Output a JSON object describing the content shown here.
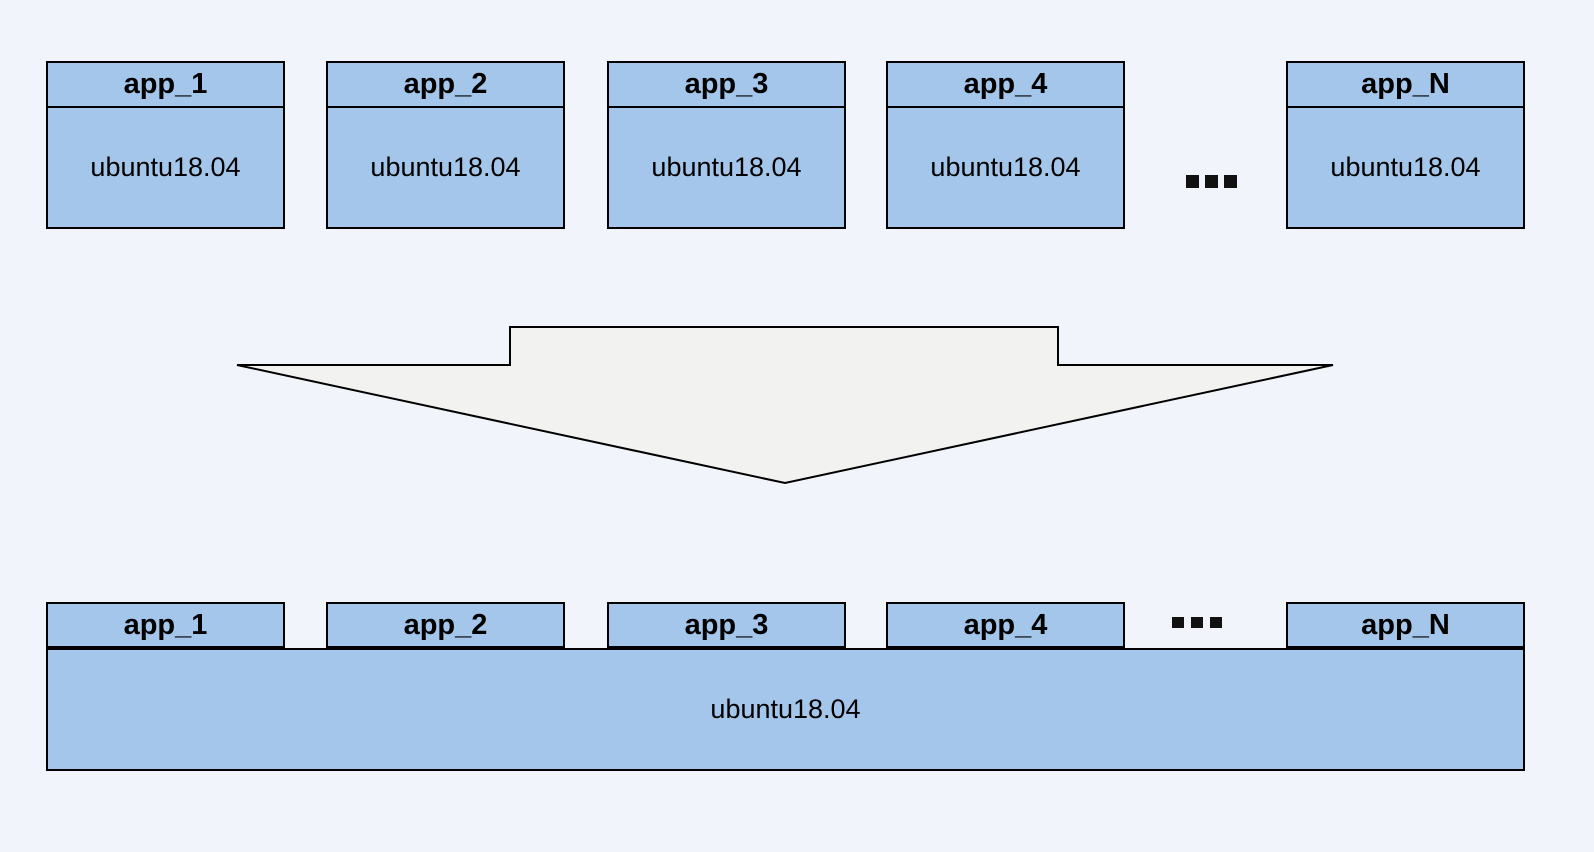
{
  "colors": {
    "bg": "#f1f4fa",
    "box_fill": "#a4c6ea",
    "box_border": "#000000",
    "arrow_fill": "#f2f2f0",
    "arrow_stroke": "#000000",
    "text": "#000000"
  },
  "diagram": {
    "before": {
      "boxes": [
        {
          "title": "app_1",
          "os": "ubuntu18.04"
        },
        {
          "title": "app_2",
          "os": "ubuntu18.04"
        },
        {
          "title": "app_3",
          "os": "ubuntu18.04"
        },
        {
          "title": "app_4",
          "os": "ubuntu18.04"
        },
        {
          "title": "app_N",
          "os": "ubuntu18.04"
        }
      ],
      "ellipsis": "..."
    },
    "arrow": {
      "direction": "down"
    },
    "after": {
      "apps": [
        {
          "title": "app_1"
        },
        {
          "title": "app_2"
        },
        {
          "title": "app_3"
        },
        {
          "title": "app_4"
        },
        {
          "title": "app_N"
        }
      ],
      "ellipsis": "...",
      "base": {
        "os": "ubuntu18.04"
      }
    }
  }
}
